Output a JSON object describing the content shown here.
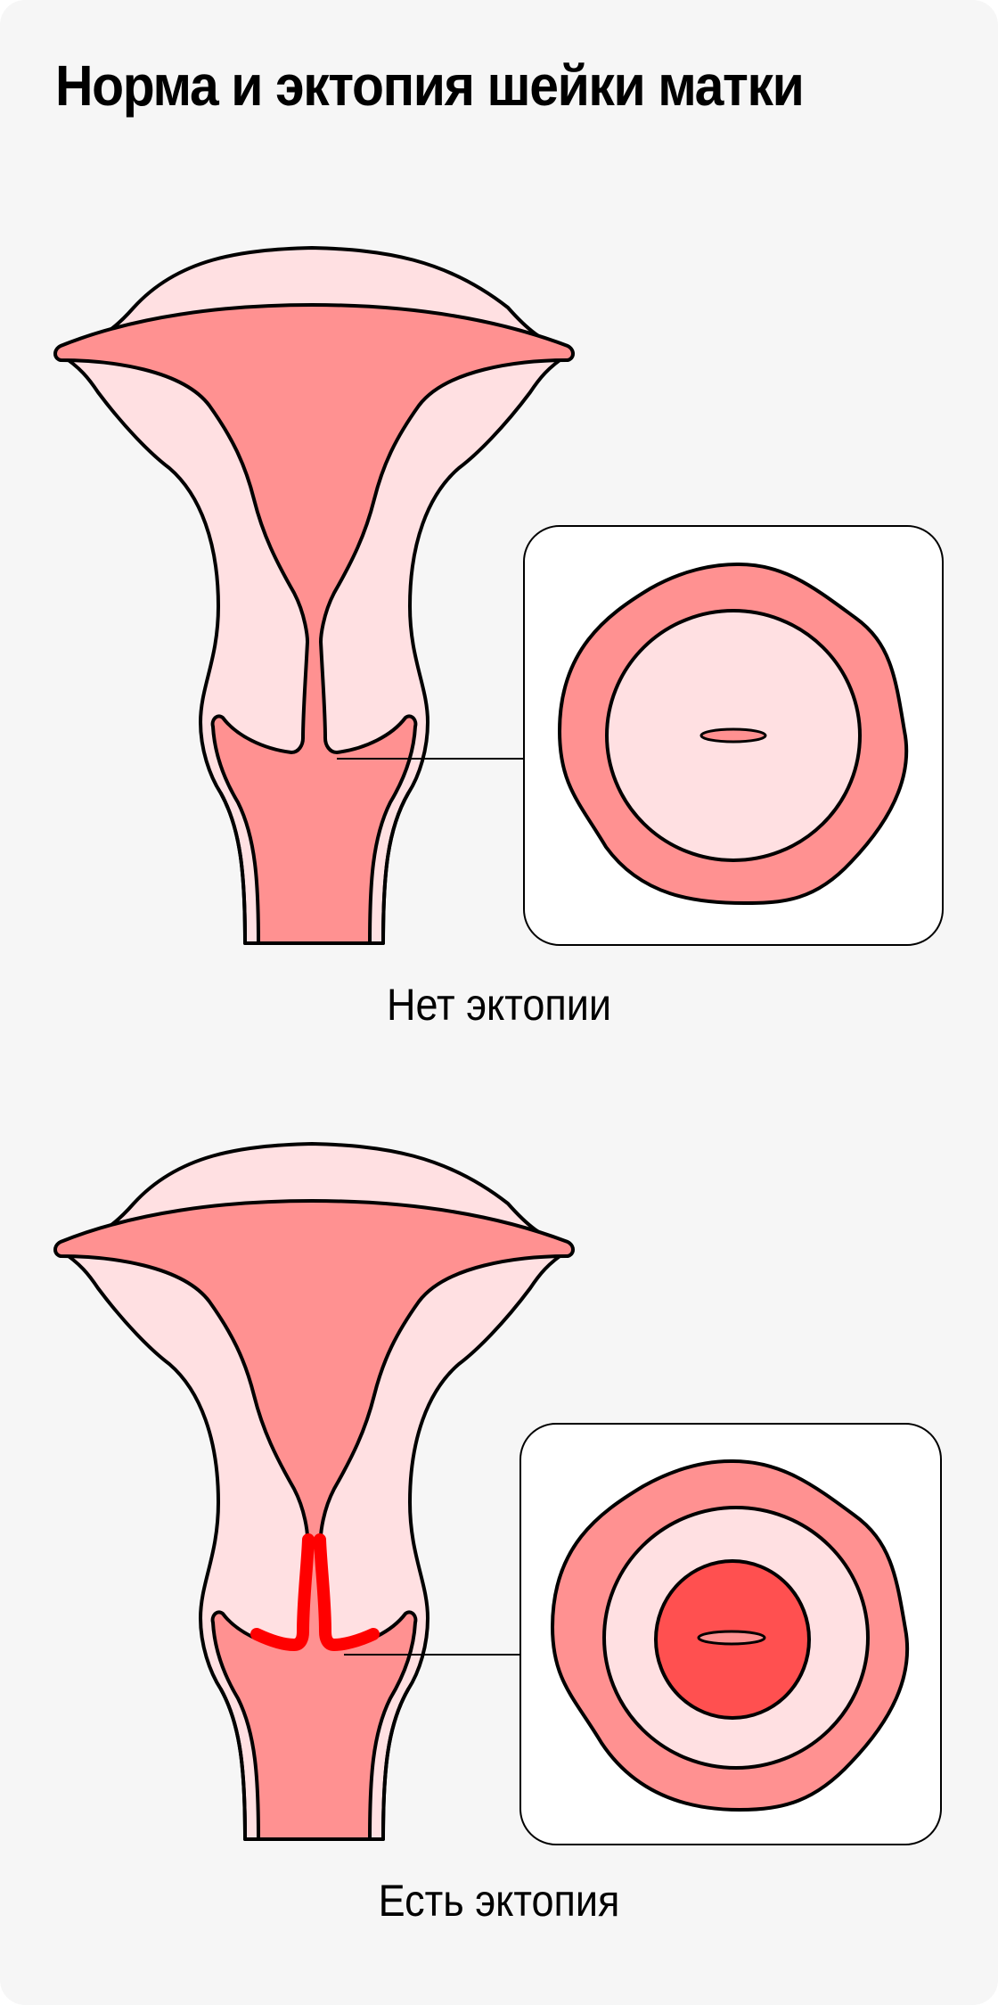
{
  "title": "Норма и эктопия шейки матки",
  "colors": {
    "background": "#f6f6f6",
    "tissue_light": "#ffe0e2",
    "tissue_mid": "#ff9191",
    "ectopy_zone": "#ff5050",
    "ectopy_highlight": "#ff0000",
    "outline": "#000000",
    "inset_bg": "#ffffff"
  },
  "panels": [
    {
      "id": "normal",
      "caption": "Нет эктопии",
      "uterus_label": "uterus-cross-section",
      "inset_label": "cervix-front-view",
      "has_ectopy": false
    },
    {
      "id": "ectopy",
      "caption": "Есть эктопия",
      "uterus_label": "uterus-cross-section",
      "inset_label": "cervix-front-view",
      "has_ectopy": true
    }
  ]
}
